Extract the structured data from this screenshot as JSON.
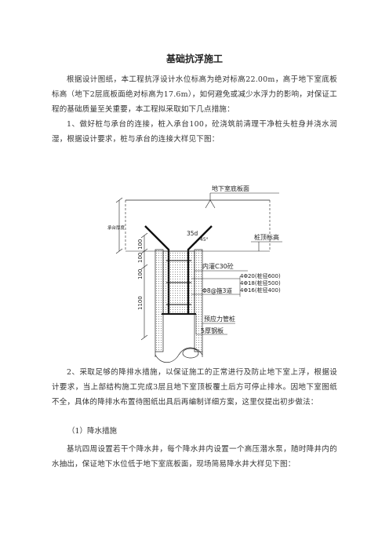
{
  "title": "基础抗浮施工",
  "paragraphs": {
    "p1": "根据设计图纸，本工程抗浮设计水位标高为绝对标高22.00m，高于地下室底板标高（地下2层底板面绝对标高为17.6m），如何避免或减少水浮力的影响，对保证工程的基础质量至关重要，本工程拟采取如下几点措施：",
    "p2": "1、做好桩与承台的连接，桩入承台100，砼浇筑前清理干净桩头桩身并浇水润湿，根据设计要求，桩与承台的连接大样见下图：",
    "p3": "2、采取足够的降排水措施，以保证施工的正常进行及防止地下室上浮，根据设计要求，当上部结构施工完成3层且地下室顶板覆土后方可停止排水。因地下室图纸不全，具体的降排水布置待图纸出具后再编制详细方案，这里仅提出初步做法：",
    "h1": "（1）降水措施",
    "p4": "基坑四周设置若干个降水井，每个降水井内设置一个高压潜水泵，随时降井内的水抽出，保证地下水位低于地下室底板面，现场简易降水井大样见下图："
  },
  "diagram": {
    "label_basement_floor": "地下室底板面",
    "label_cap_thickness": "承台厚度",
    "label_pile_top": "桩顶标高",
    "label_angle": "45°",
    "label_anchor_len": "35d",
    "dim_100a": "100",
    "dim_100b": "100",
    "dim_100c": "100",
    "dim_1100": "1100",
    "label_concrete": "内灌C30砼",
    "label_rebar1": "4Φ20(桩径600)",
    "label_rebar2": "4Φ18(桩径500)",
    "label_rebar3": "4Φ16(桩径400)",
    "label_stirrup": "Φ8@箍3道",
    "label_pile": "预应力管桩",
    "label_plate": "5厚钢板"
  }
}
